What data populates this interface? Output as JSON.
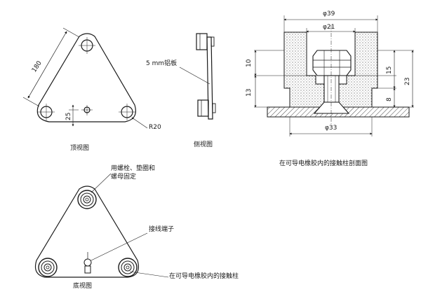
{
  "top_view": {
    "caption": "顶视图",
    "dim_side": "180",
    "dim_offset": "25",
    "dim_radius": "R20"
  },
  "side_view": {
    "caption": "侧视图",
    "plate_label": "5 mm铝板"
  },
  "section_view": {
    "caption": "在可导电橡胶内的接触柱剖面图",
    "dim_outer_dia": "φ39",
    "dim_inner_dia": "φ21",
    "dim_base_dia": "φ33",
    "dim_10": "10",
    "dim_13": "13",
    "dim_15": "15",
    "dim_23": "23",
    "dim_8": "8"
  },
  "bottom_view": {
    "caption": "底视图",
    "label_bolt_line1": "用螺栓、垫圈和",
    "label_bolt_line2": "螺母固定",
    "label_terminal": "接线端子",
    "label_contact": "在可导电橡胶内的接触柱"
  },
  "colors": {
    "line": "#1a1a1a",
    "fill_dots": "#c8c8c8"
  }
}
